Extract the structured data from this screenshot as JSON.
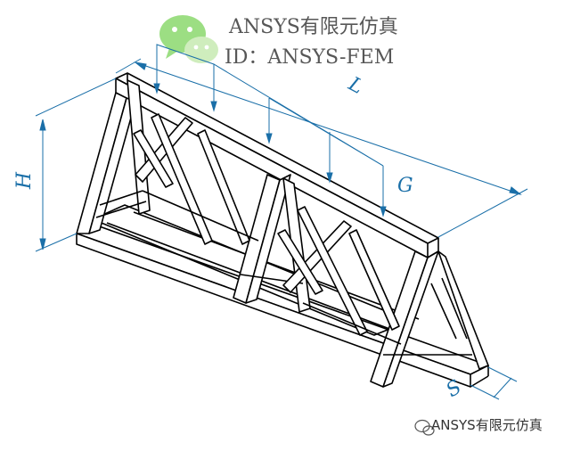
{
  "watermark": {
    "title": "ANSYS有限元仿真",
    "id_line": "ID：ANSYS-FEM",
    "logo_icon": "wechat-icon"
  },
  "bottom_watermark": {
    "text": "ANSYS有限元仿真",
    "icon": "wechat-small-icon"
  },
  "dimension_labels": {
    "length": "L",
    "load": "G",
    "height": "H",
    "width": "S"
  },
  "colors": {
    "structure": "#000000",
    "dimension": "#1a6fa8",
    "wechat_green": "#7bd35a"
  }
}
